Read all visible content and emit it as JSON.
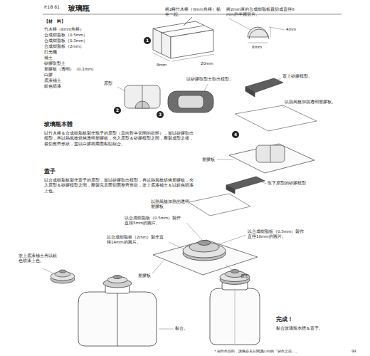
{
  "diagram": {
    "title": "玻璃瓶",
    "labels": [
      "P.18 61",
      "【材　料】",
      "竹木棒（8mm角棒）",
      "合成樹脂板（0.5mm）",
      "合成樹脂板（0.3mm）",
      "合成樹脂板（2mm）",
      "打光機",
      "補土",
      "矽膠取型土",
      "塑膠板（透明）（0.1mm）",
      "白膠",
      "底漆補土",
      "銀色噴漆",
      "將2種竹木棒（8mm角棒）黏在一起。",
      "1",
      "8mm",
      "20mm",
      "將2mm厚的合成樹脂板裁切成直徑8mm的半圓切片。",
      "4mm",
      "8mm",
      "原型",
      "2",
      "3",
      "以矽膠取型土取出模型。",
      "蓋上矽膠模型。",
      "4",
      "以熱風槍加熱透明塑膠板。",
      "塑膠板",
      "玻璃瓶本體",
      "以竹木棒＆合成樹脂板製作瓶子的原型（直向對半切開的狀態），並以矽膠取出模型，再以熱風槍烘烤透明塑膠板，夾入原型＆矽膠模型之間，壓製成型之後，裁切整齊形狀，並以白膠將兩面黏貼組合。",
      "蓋子",
      "以合成樹脂板製作蓋子的原型，並以矽膠取出模型，再以熱風槍烘烤塑膠板，夾入原型＆矽膠模型之間，壓製完表面切面整齊形狀，塗上底漆補土＆以銀色噴漆上色。",
      "取下原型的矽膠模型",
      "以熱風槍加熱的透明塑膠板",
      "以合成樹脂板（0.5mm）製作直徑5mm的圓片。",
      "以合成樹脂板（2mm）製作直徑14mm的圓片。",
      "以合成樹脂板（0.3mm）製作直徑10mm的圓片。",
      "塑膠板",
      "原型",
      "塗上底漆補土再以銀色噴漆上色。",
      "黏合。",
      "完成！",
      "黏合玻璃瓶本體＆蓋子。",
      "＊製作作品時，請務必充分閱讀p.00的「製作之前」。",
      "99"
    ]
  }
}
